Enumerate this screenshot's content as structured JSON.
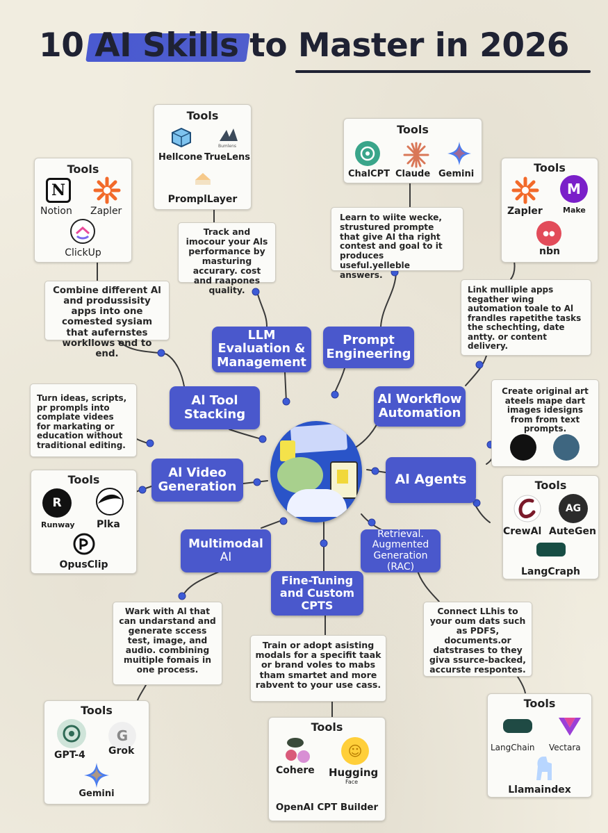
{
  "title": {
    "pre": "10 ",
    "highlight": "AI Skills",
    "post": " to Master in 2026"
  },
  "tools_heading": "Tools",
  "skills": {
    "llm_eval": "LLM Evaluation & Management",
    "prompt_eng": "Prompt Engineering",
    "tool_stacking": "Al Tool Stacking",
    "workflow": "Al Workflow Automation",
    "video": "Al Video Generation",
    "agents": "Al Agents",
    "multimodal_1": "Multimodal",
    "multimodal_2": "AI",
    "finetuning": "Fine-Tuning and Custom CPTS",
    "rag": "Retrieval. Augmented Generation (RAC)"
  },
  "descriptions": {
    "llm_eval": "Track and imocour your Als performance by masturing accurary. cost and raapones quality.",
    "prompt_eng": "Learn to wiite wecke, strustured prompte that give AI tha right contest and goal to it produces useful.yelleble answers.",
    "tool_stacking": "Combine different Al and produssisity apps into one comested sysiam that aufernstes workllows end to end.",
    "workflow": "Link mulliple apps tegather wing automation toale to Al frandles rapetithe tasks the schechting, date antty. or content delivery.",
    "video": "Turn ideas, scripts, pr prompls into complate videes for markating or education without traditional editing.",
    "agents": "Create original art ateels mape dart images idesigns from from text prompts.",
    "multimodal": "Wark with Al that can undarstand and generate sccess test, image, and audio. combining muitiple fomais in one process.",
    "finetuning": "Train or adopt asisting modals for a specifit taak or brand voles to mabs tham smartet and more rabvent to your use cass.",
    "rag": "Connect LLhis to your oum dats such as PDFS, documents.or datstrases to they giva ssurce-backed, accurste respontes."
  },
  "tools": {
    "llm_eval": [
      "Hellcone",
      "TrueLens",
      "PromplLayer"
    ],
    "llm_eval_icon_text": "Bumlens",
    "prompt_eng": [
      "ChalCPT",
      "Claude",
      "Gemini"
    ],
    "tool_stacking": [
      "Notion",
      "Zapler",
      "ClickUp"
    ],
    "workflow": [
      "Zapler",
      "Make",
      "nbn"
    ],
    "video": [
      "Runway",
      "Plka",
      "OpusClip"
    ],
    "agents": [
      "CrewAl",
      "AuteGen",
      "LangCraph"
    ],
    "multimodal": [
      "GPT-4",
      "Grok",
      "Gemini"
    ],
    "finetuning": [
      "Cohere",
      "Hugging",
      "Face",
      "OpenAI CPT Builder"
    ],
    "rag": [
      "LangChain",
      "Vectara",
      "Llamaindex"
    ]
  },
  "colors": {
    "skill_blue": "#4a58cc",
    "title_dark": "#1f2233",
    "hub_blue": "#2a54c8",
    "wire": "#333333",
    "dot": "#3d5bd6"
  }
}
